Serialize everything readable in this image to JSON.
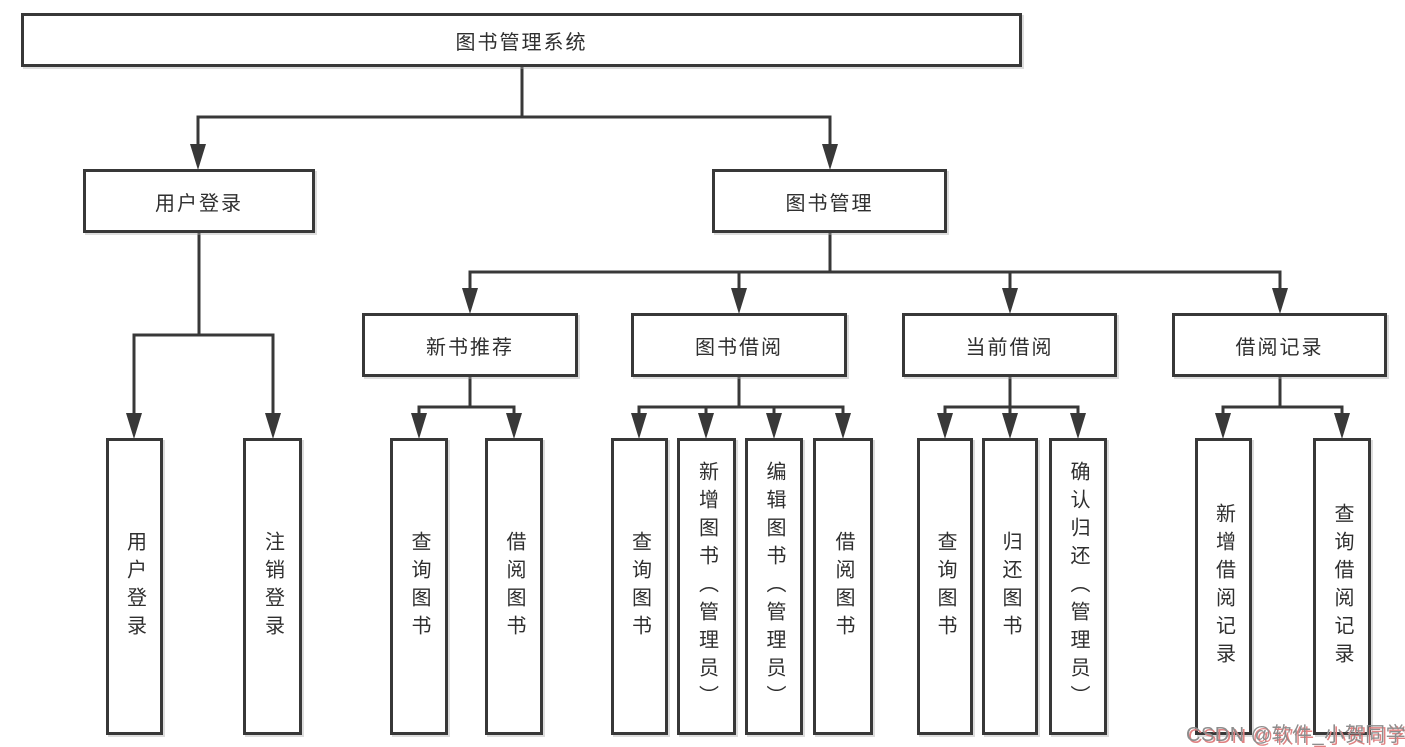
{
  "tree": {
    "root": {
      "label": "图书管理系统"
    },
    "branches": [
      {
        "label": "用户登录",
        "children": [
          {
            "label": "用户登录"
          },
          {
            "label": "注销登录"
          }
        ]
      },
      {
        "label": "图书管理",
        "children": [
          {
            "label": "新书推荐",
            "children": [
              {
                "label": "查询图书"
              },
              {
                "label": "借阅图书"
              }
            ]
          },
          {
            "label": "图书借阅",
            "children": [
              {
                "label": "查询图书"
              },
              {
                "label": "新增图书（管理员）"
              },
              {
                "label": "编辑图书（管理员）"
              },
              {
                "label": "借阅图书"
              }
            ]
          },
          {
            "label": "当前借阅",
            "children": [
              {
                "label": "查询图书"
              },
              {
                "label": "归还图书"
              },
              {
                "label": "确认归还（管理员）"
              }
            ]
          },
          {
            "label": "借阅记录",
            "children": [
              {
                "label": "新增借阅记录"
              },
              {
                "label": "查询借阅记录"
              }
            ]
          }
        ]
      }
    ]
  },
  "watermark": {
    "text": "CSDN @软件_小贺同学"
  },
  "colors": {
    "line": "#383838",
    "box_border": "#383838",
    "box_bg": "#ffffff",
    "text": "#2f2f2f",
    "background": "#ffffff",
    "watermark_text": "#8d8d8d",
    "watermark_shadow": "#e08282"
  }
}
